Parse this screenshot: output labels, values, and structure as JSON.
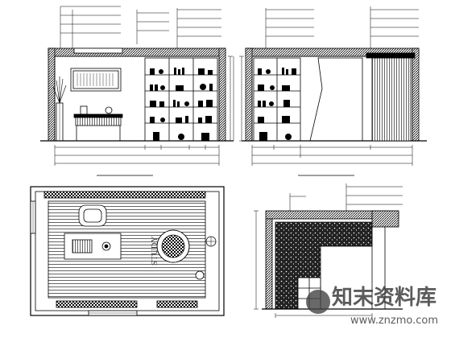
{
  "watermark": {
    "name": "知末资料库",
    "url": "www.znzmo.com",
    "logo_icon": "znzmo-logo-icon"
  },
  "elevation_a": {
    "title": "",
    "scale": "",
    "dims_top": [
      "",
      "",
      ""
    ],
    "dims_bottom": [
      "",
      "",
      "",
      "",
      "",
      "",
      ""
    ],
    "dims_total": "",
    "dims_height": [
      "",
      "",
      ""
    ],
    "callouts_left": [
      "",
      "",
      "",
      ""
    ],
    "callouts_right": [
      "",
      "",
      ""
    ]
  },
  "elevation_b": {
    "title": "",
    "scale": "",
    "dims_bottom": [
      "",
      "",
      "",
      "",
      ""
    ],
    "dims_total": "",
    "dims_height": [
      "",
      "",
      ""
    ],
    "callouts_left": [
      "",
      "",
      "",
      ""
    ],
    "callouts_right": [
      "",
      "",
      "",
      ""
    ]
  },
  "plan": {
    "label": "STUDY"
  },
  "section": {
    "title": "",
    "scale": "",
    "callouts": [
      "",
      "",
      "",
      ""
    ],
    "dims_height": [
      "",
      ""
    ],
    "dims_bottom": [
      "",
      ""
    ]
  }
}
